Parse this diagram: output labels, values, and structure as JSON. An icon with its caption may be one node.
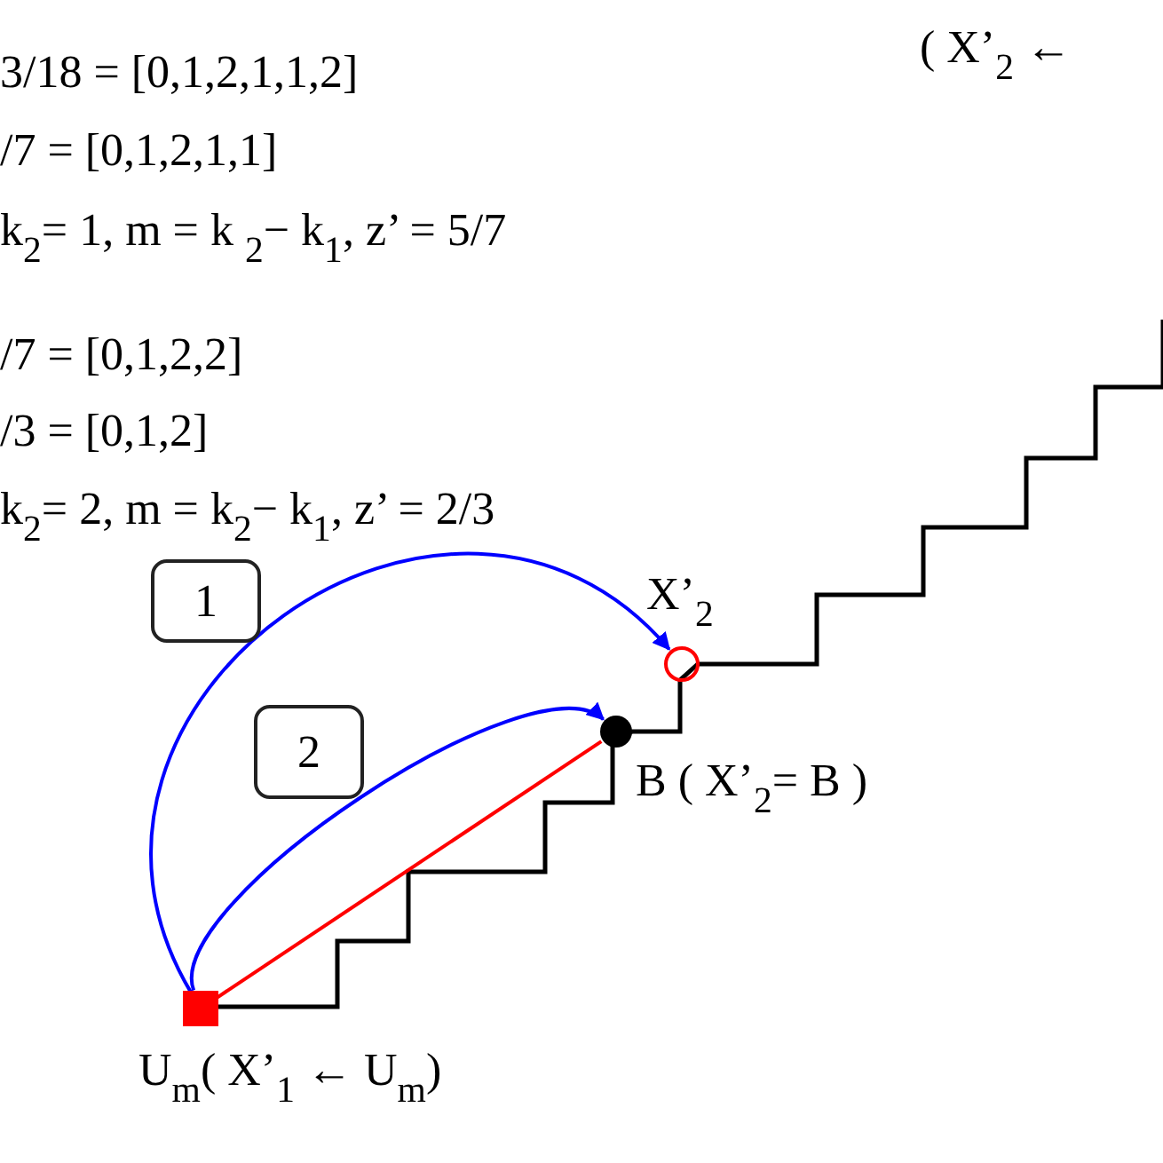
{
  "diagram": {
    "nodes": [
      {
        "text": [],
        "shape": "box",
        "beside": [
          "U$_{m}$( X’$_{1}$ ← U$_{m}$)"
        ]
      },
      {
        "text": [],
        "shape": "circle",
        "beside": [
          "B ( X’$_{2}$= B )"
        ]
      },
      {
        "text": [],
        "shape": "circle",
        "beside": [
          "X’$_{2}$"
        ]
      },
      {
        "text": [
          "1"
        ]
      },
      {
        "text": [
          "2"
        ]
      }
    ],
    "edges": [
      {
        "from": 0,
        "to": 2,
        "arrow": "to"
      },
      {
        "from": 0,
        "to": 1,
        "arrow": "to"
      },
      {
        "from": 0,
        "to": 1,
        "arrow": "none",
        "color": "#ff0000"
      }
    ],
    "labels": [
      "3/18 = [0,1,2,1,1,2]",
      "/7 = [0,1,2,1,1]",
      "k$_{2}$= 1, m = k $_{2}$− k$_{1}$, z’ = 5/7",
      "/7 = [0,1,2,2]",
      "/3 = [0,1,2]",
      "k$_{2}$= 2, m = k$_{2}$− k$_{1}$, z’ = 2/3",
      "( X’$_{2}$ ←"
    ]
  }
}
